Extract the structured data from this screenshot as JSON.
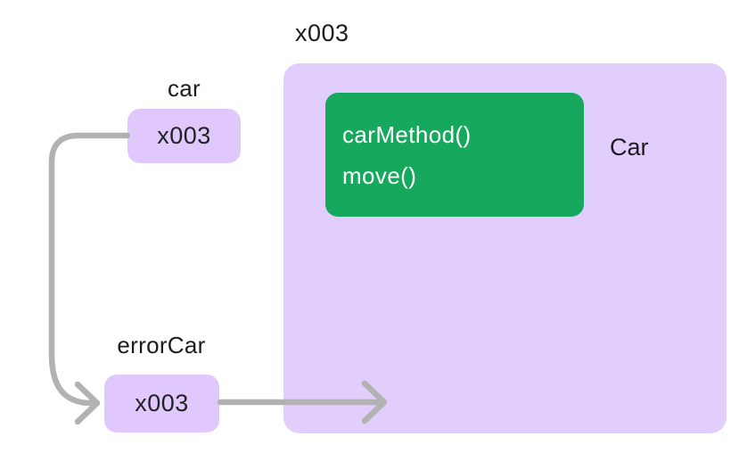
{
  "colors": {
    "object_fill": "#e2cefc",
    "reference_fill": "#e1c8fc",
    "method_fill": "#16a85c",
    "arrow": "#b2b2b2",
    "text_dark": "#1c1c1e",
    "text_light": "#ffffff"
  },
  "heap": {
    "address": "x003",
    "class_name": "Car",
    "methods": [
      "carMethod()",
      "move()"
    ]
  },
  "variables": [
    {
      "name": "car",
      "value": "x003"
    },
    {
      "name": "errorCar",
      "value": "x003"
    }
  ]
}
